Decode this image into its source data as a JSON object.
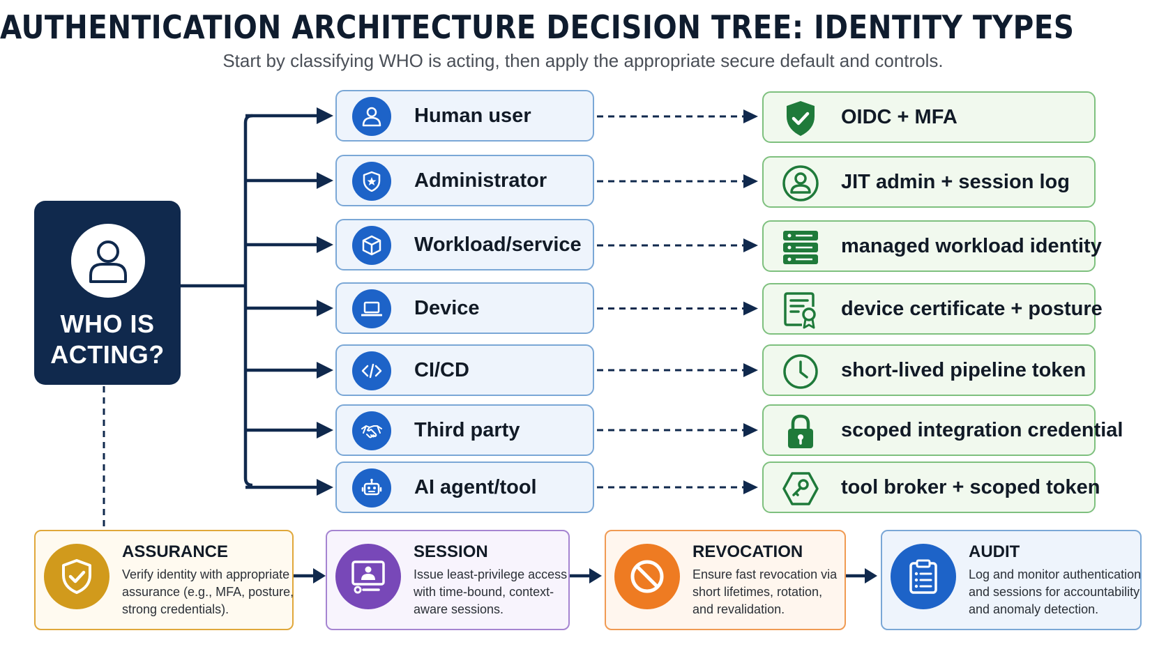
{
  "title": "AUTHENTICATION ARCHITECTURE DECISION TREE: IDENTITY TYPES",
  "subtitle": "Start by classifying WHO is acting, then apply the appropriate secure default and controls.",
  "root": {
    "line1": "WHO IS",
    "line2": "ACTING?",
    "icon": "user-icon"
  },
  "branches": [
    {
      "identity": "Human user",
      "identity_icon": "user-icon",
      "control": "OIDC + MFA",
      "control_icon": "shield-check-icon"
    },
    {
      "identity": "Administrator",
      "identity_icon": "shield-star-icon",
      "control": "JIT admin + session log",
      "control_icon": "user-circle-icon"
    },
    {
      "identity": "Workload/service",
      "identity_icon": "cube-icon",
      "control": "managed workload identity",
      "control_icon": "server-icon"
    },
    {
      "identity": "Device",
      "identity_icon": "laptop-icon",
      "control": "device certificate + posture",
      "control_icon": "certificate-icon"
    },
    {
      "identity": "CI/CD",
      "identity_icon": "code-icon",
      "control": "short-lived pipeline token",
      "control_icon": "clock-icon"
    },
    {
      "identity": "Third party",
      "identity_icon": "handshake-icon",
      "control": "scoped integration credential",
      "control_icon": "lock-icon"
    },
    {
      "identity": "AI agent/tool",
      "identity_icon": "robot-icon",
      "control": "tool broker + scoped token",
      "control_icon": "hexagon-key-icon"
    }
  ],
  "stages": [
    {
      "title": "ASSURANCE",
      "lines": [
        "Verify identity with appropriate",
        "assurance (e.g., MFA, posture,",
        "strong credentials)."
      ],
      "color": "#d19a1c",
      "border": "#e0a73a",
      "bg": "#fffaf0",
      "icon": "shield-check-icon"
    },
    {
      "title": "SESSION",
      "lines": [
        "Issue least-privilege access",
        "with time-bound, context-",
        "aware sessions."
      ],
      "color": "#7848b8",
      "border": "#a584d1",
      "bg": "#f8f4fd",
      "icon": "monitor-user-icon"
    },
    {
      "title": "REVOCATION",
      "lines": [
        "Ensure fast revocation via",
        "short lifetimes, rotation,",
        "and revalidation."
      ],
      "color": "#ee7b22",
      "border": "#f09a52",
      "bg": "#fff6ee",
      "icon": "prohibited-icon"
    },
    {
      "title": "AUDIT",
      "lines": [
        "Log and monitor authentication",
        "and sessions for accountability",
        "and anomaly detection."
      ],
      "color": "#1d63c8",
      "border": "#7aa7d6",
      "bg": "#eef4fc",
      "icon": "clipboard-list-icon"
    }
  ],
  "colors": {
    "navy": "#10294d",
    "identity_blue": "#1d63c8",
    "control_green": "#1f7a3a",
    "arrow": "#10294d"
  }
}
